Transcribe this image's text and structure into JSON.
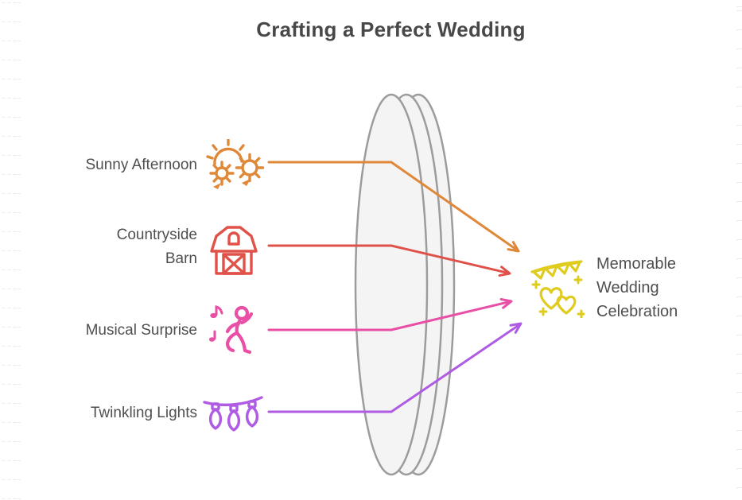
{
  "title": "Crafting a Perfect Wedding",
  "inputs": [
    {
      "label": "Sunny Afternoon",
      "icon": "sun-icon",
      "color": "#DF8838"
    },
    {
      "label": "Countryside Barn",
      "icon": "barn-icon",
      "color": "#E05149"
    },
    {
      "label": "Musical Surprise",
      "icon": "dancer-music-icon",
      "color": "#E84FA5"
    },
    {
      "label": "Twinkling Lights",
      "icon": "string-lights-icon",
      "color": "#AF5BE3"
    }
  ],
  "output": {
    "label": "Memorable Wedding Celebration",
    "icon": "hearts-banner-icon",
    "color": "#E0CB1F"
  },
  "lens": {
    "fill": "#F4F4F4",
    "stroke": "#9C9C9C"
  },
  "background": {
    "color": "#FFFFFF",
    "ruled_line_color": "#ECECEC"
  },
  "text_colors": {
    "title": "#484848",
    "labels": "#4F4F4F"
  }
}
